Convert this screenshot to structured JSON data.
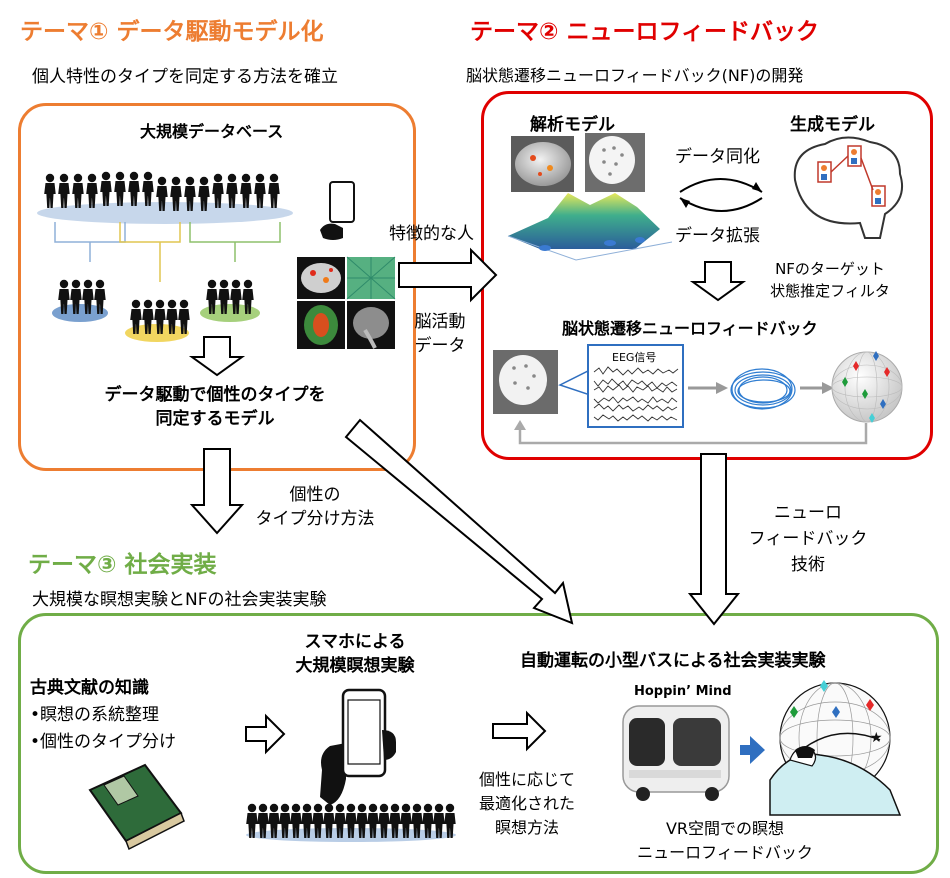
{
  "colors": {
    "theme1": "#ed7d31",
    "theme2": "#e00000",
    "theme3": "#70ad47",
    "arrow": "#000000"
  },
  "theme1": {
    "title": "テーマ① データ駆動モデル化",
    "subtitle": "個人特性のタイプを同定する方法を確立",
    "database_label": "大規模データベース",
    "model_line1": "データ駆動で個性のタイプを",
    "model_line2": "同定するモデル"
  },
  "theme2": {
    "title": "テーマ② ニューロフィードバック",
    "subtitle": "脳状態遷移ニューロフィードバック(NF)の開発",
    "analysis_model": "解析モデル",
    "generative_model": "生成モデル",
    "data_assimilation": "データ同化",
    "data_augmentation": "データ拡張",
    "nf_target_line1": "NFのターゲット",
    "nf_target_line2": "状態推定フィルタ",
    "brain_state_nf": "脳状態遷移ニューロフィードバック",
    "eeg_label": "EEG信号"
  },
  "theme3": {
    "title": "テーマ③ 社会実装",
    "subtitle": "大規模な瞑想実験とNFの社会実装実験",
    "classics_title": "古典文献の知識",
    "classics_item1": "•瞑想の系統整理",
    "classics_item2": "•個性のタイプ分け",
    "smartphone_line1": "スマホによる",
    "smartphone_line2": "大規模瞑想実験",
    "optimized_line1": "個性に応じて",
    "optimized_line2": "最適化された",
    "optimized_line3": "瞑想方法",
    "bus_title": "自動運転の小型バスによる社会実装実験",
    "bus_brand": "Hoppin’ Mind",
    "vr_line1": "VR空間での瞑想",
    "vr_line2": "ニューロフィードバック"
  },
  "connectors": {
    "characteristic_people": "特徴的な人",
    "brain_activity_line1": "脳活動",
    "brain_activity_line2": "データ",
    "typing_line1": "個性の",
    "typing_line2": "タイプ分け方法",
    "nf_tech_line1": "ニューロ",
    "nf_tech_line2": "フィードバック",
    "nf_tech_line3": "技術"
  }
}
